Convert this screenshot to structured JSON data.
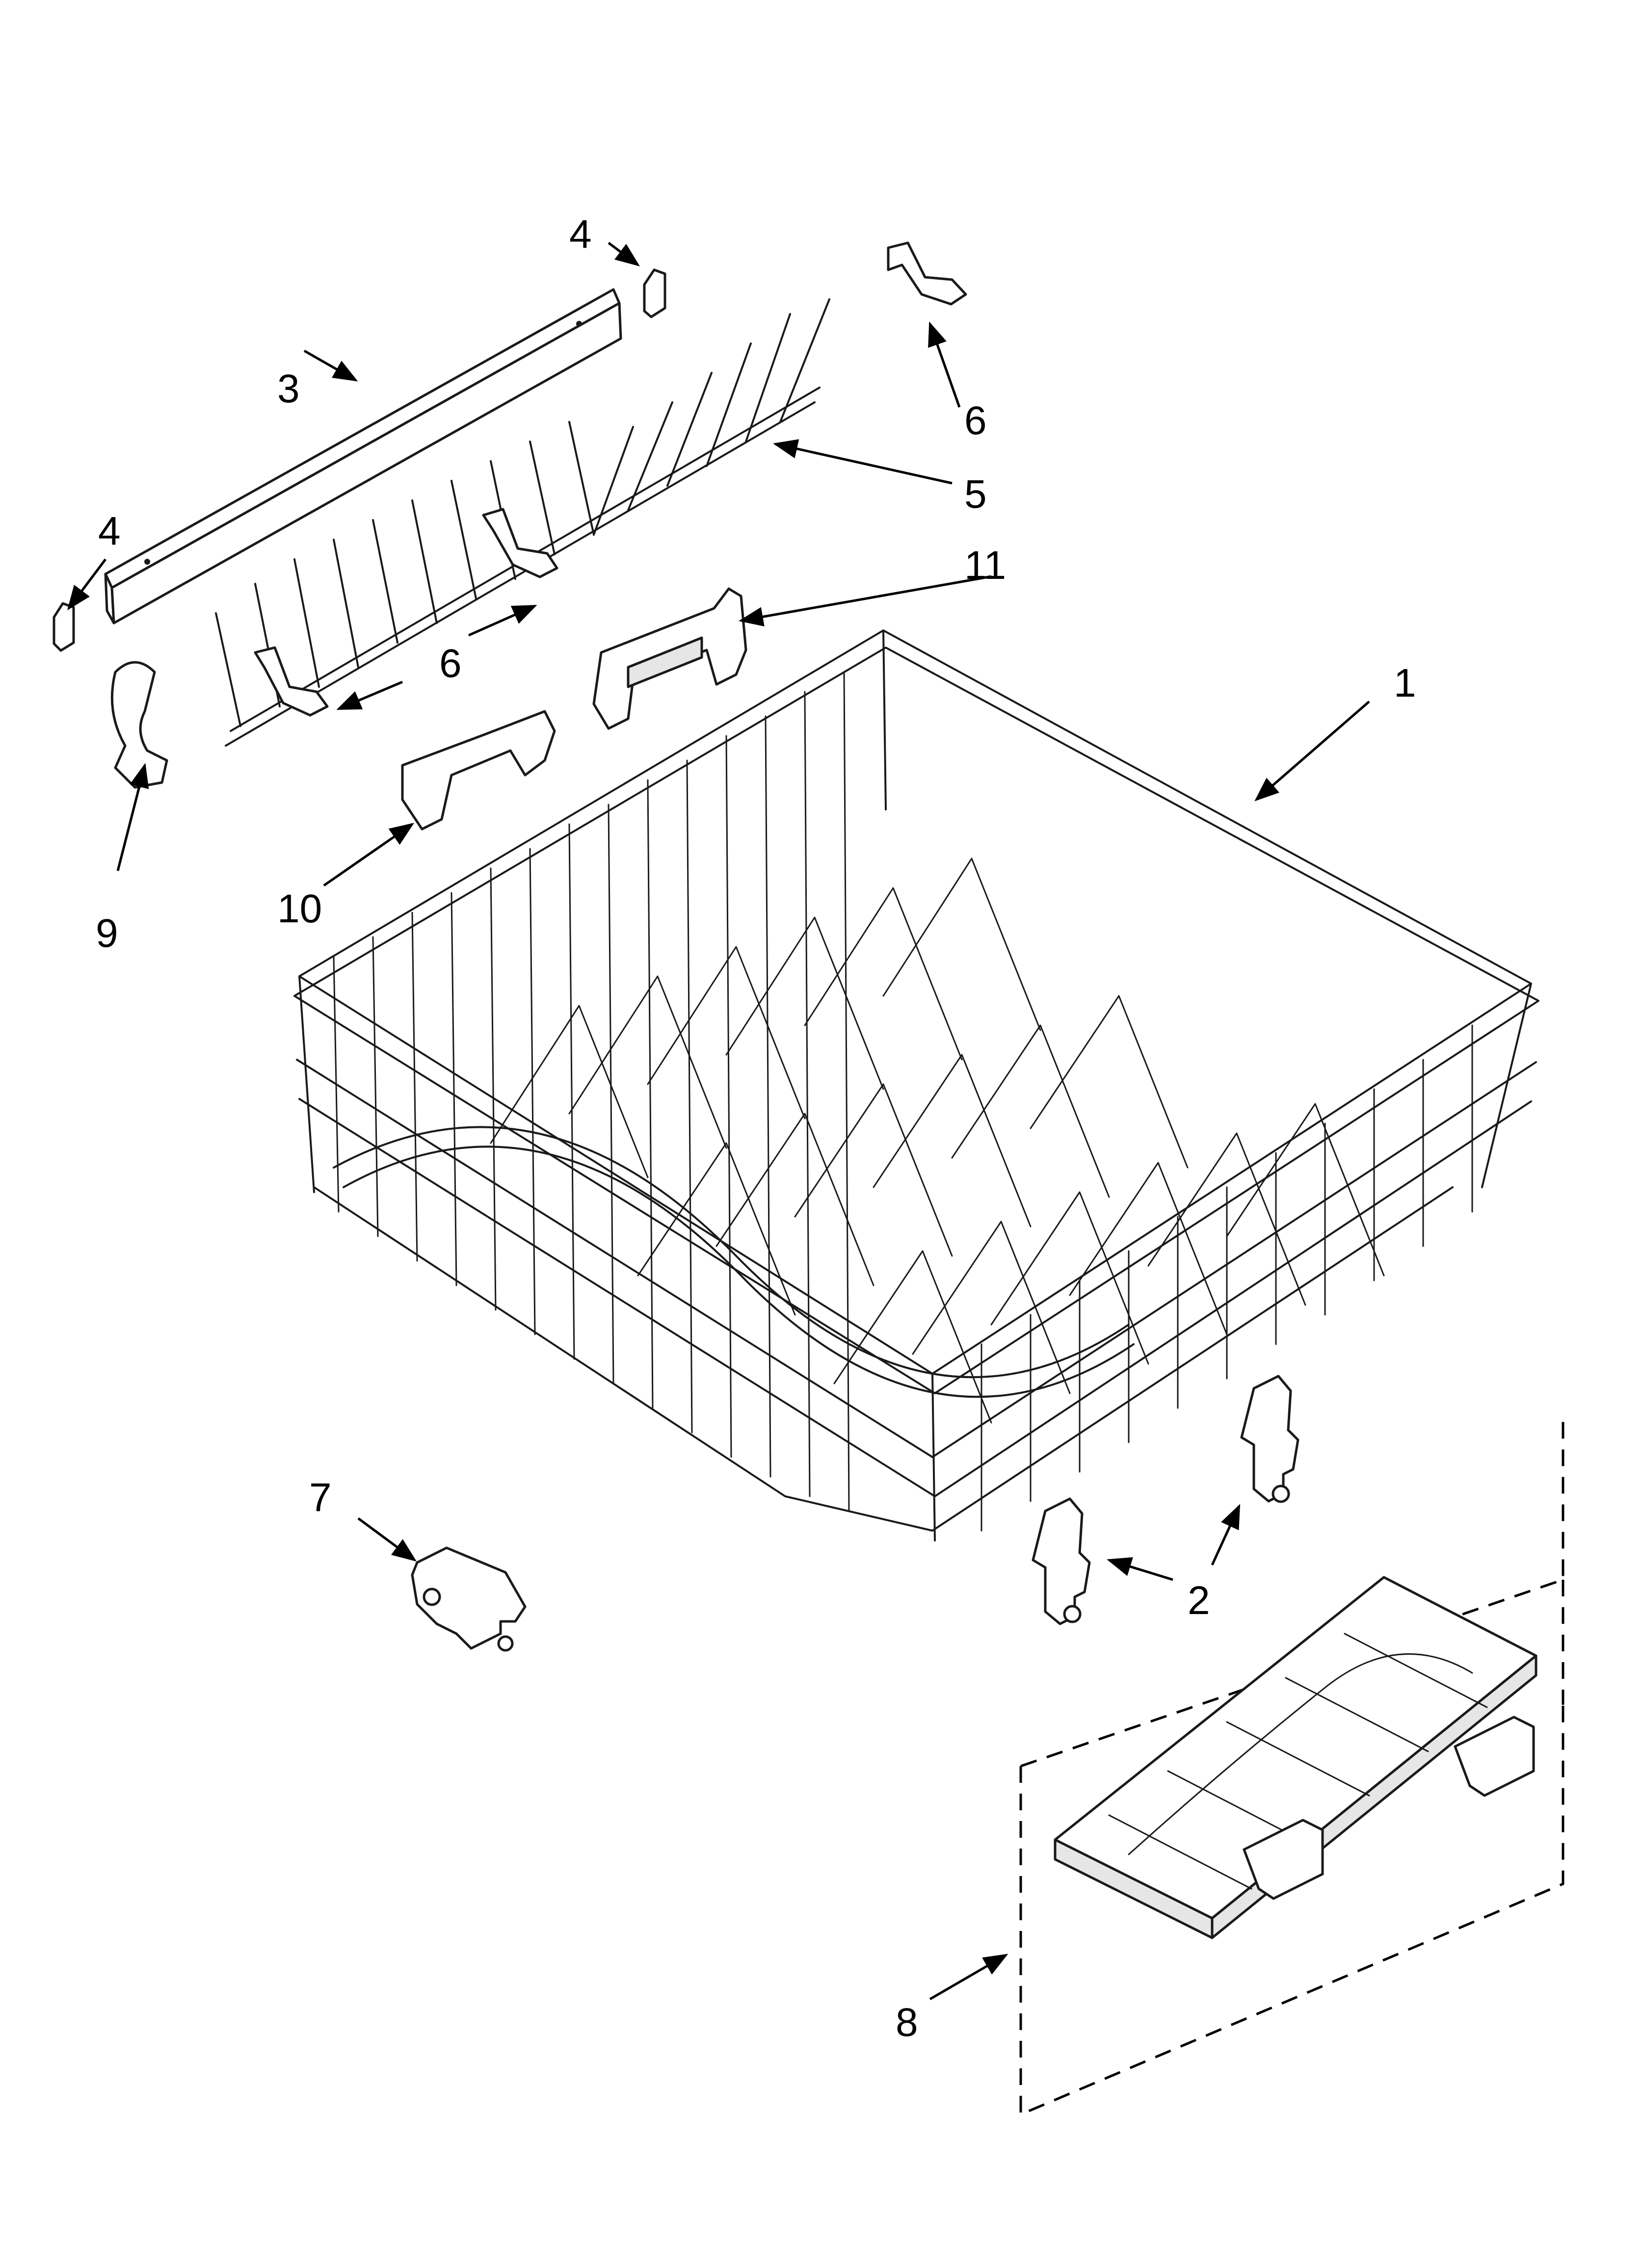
{
  "callouts": [
    {
      "id": "1",
      "text": "1"
    },
    {
      "id": "2",
      "text": "2"
    },
    {
      "id": "3",
      "text": "3"
    },
    {
      "id": "4a",
      "text": "4"
    },
    {
      "id": "4b",
      "text": "4"
    },
    {
      "id": "5",
      "text": "5"
    },
    {
      "id": "6a",
      "text": "6"
    },
    {
      "id": "6b",
      "text": "6"
    },
    {
      "id": "7",
      "text": "7"
    },
    {
      "id": "8",
      "text": "8"
    },
    {
      "id": "9",
      "text": "9"
    },
    {
      "id": "10",
      "text": "10"
    },
    {
      "id": "11",
      "text": "11"
    }
  ],
  "parts": [
    {
      "ref": "1",
      "icon": "dish-rack-icon"
    },
    {
      "ref": "2",
      "icon": "rack-wheel-clip-icon"
    },
    {
      "ref": "3",
      "icon": "rail-bar-icon"
    },
    {
      "ref": "4",
      "icon": "end-cap-icon"
    },
    {
      "ref": "5",
      "icon": "tine-row-icon"
    },
    {
      "ref": "6",
      "icon": "tine-clip-icon"
    },
    {
      "ref": "7",
      "icon": "stop-clip-icon"
    },
    {
      "ref": "8",
      "icon": "shelf-kit-icon"
    },
    {
      "ref": "9",
      "icon": "hook-icon"
    },
    {
      "ref": "10",
      "icon": "bracket-icon"
    },
    {
      "ref": "11",
      "icon": "adjuster-icon"
    }
  ]
}
